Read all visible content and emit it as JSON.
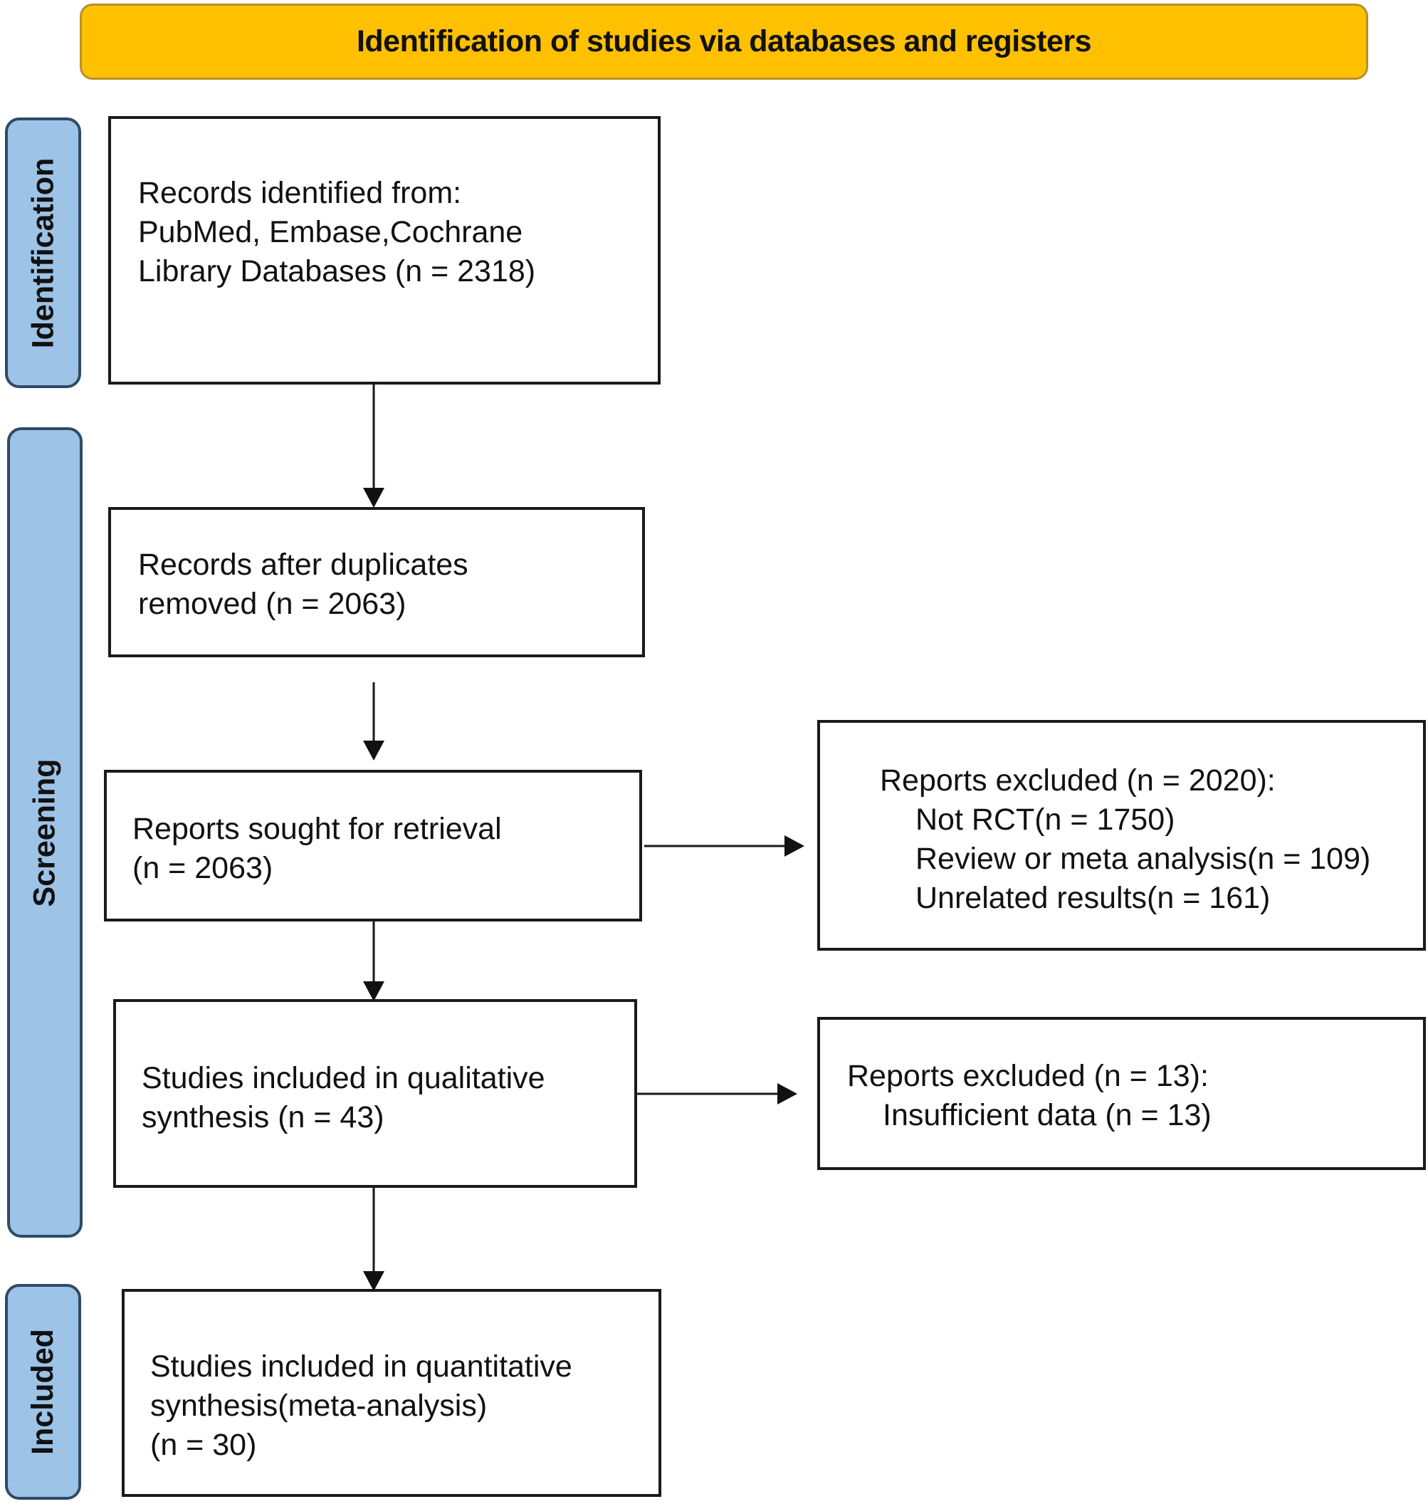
{
  "header": {
    "title": "Identification of studies via databases and registers"
  },
  "phases": {
    "identification": "Identification",
    "screening": "Screening",
    "included": "Included"
  },
  "boxes": {
    "records_identified": {
      "lines": [
        "Records identified from:",
        "PubMed, Embase,Cochrane",
        "Library Databases (n = 2318)"
      ]
    },
    "after_duplicates": {
      "lines": [
        "Records after duplicates",
        "removed (n = 2063)"
      ]
    },
    "sought_retrieval": {
      "lines": [
        "Reports sought for retrieval",
        "(n = 2063)"
      ]
    },
    "qualitative": {
      "lines": [
        "Studies included in qualitative",
        "synthesis (n = 43)"
      ]
    },
    "quantitative": {
      "lines": [
        "Studies included in quantitative",
        "synthesis(meta-analysis)",
        "(n = 30)"
      ]
    },
    "excluded_first": {
      "heading": "Reports excluded (n = 2020):",
      "items": [
        "Not RCT(n = 1750)",
        "Review or meta analysis(n = 109)",
        "Unrelated results(n = 161)"
      ]
    },
    "excluded_second": {
      "heading": "Reports excluded (n = 13):",
      "items": [
        "Insufficient data (n = 13)"
      ]
    }
  },
  "colors": {
    "header_fill": "#ffc000",
    "phase_fill": "#9dc3e6",
    "phase_border": "#2e4a66",
    "box_border": "#1a1a1a"
  }
}
